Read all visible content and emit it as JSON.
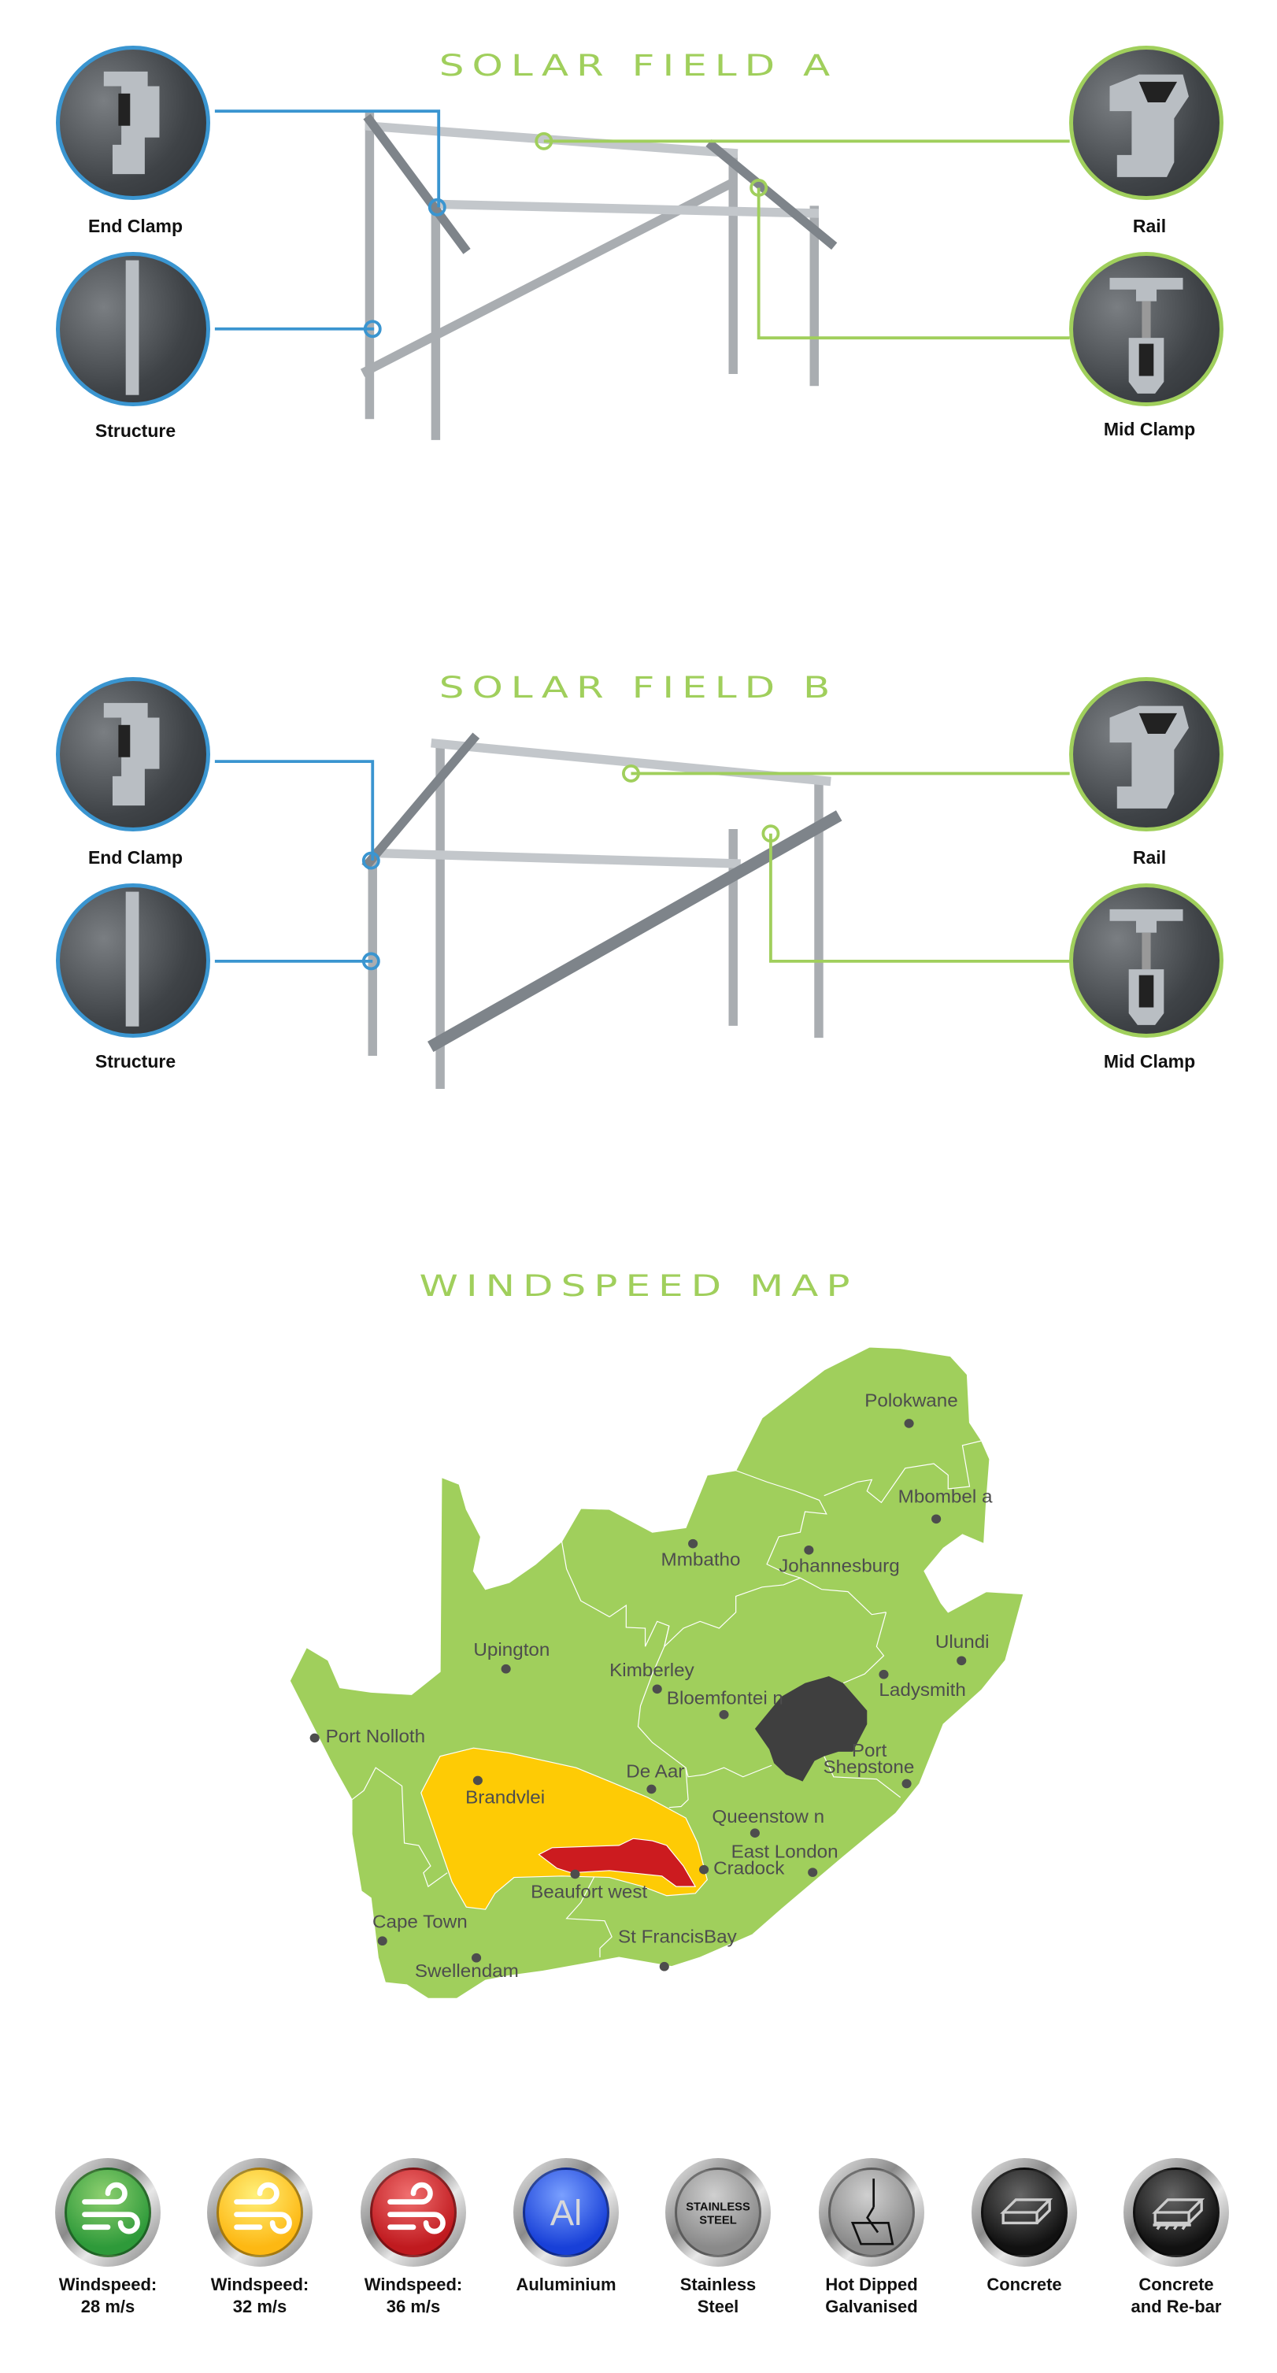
{
  "sections": {
    "field_a": {
      "title": "SOLAR FIELD A"
    },
    "field_b": {
      "title": "SOLAR FIELD B"
    },
    "map": {
      "title": "WINDSPEED MAP"
    }
  },
  "parts": {
    "end_clamp": "End Clamp",
    "structure": "Structure",
    "rail": "Rail",
    "mid_clamp": "Mid Clamp"
  },
  "colors": {
    "accent_green": "#a0cf5c",
    "accent_blue": "#3a95d0",
    "zone_28": "#a0cf5c",
    "zone_32": "#fecb05",
    "zone_36": "#cc1b1f",
    "lesotho": "#3f3f3f"
  },
  "cities": [
    {
      "name": "Polokwane"
    },
    {
      "name": "Mbombel a"
    },
    {
      "name": "Mmbatho"
    },
    {
      "name": "Johannesburg"
    },
    {
      "name": "Ulundi"
    },
    {
      "name": "Ladysmith"
    },
    {
      "name": "Upington"
    },
    {
      "name": "Kimberley"
    },
    {
      "name": "Bloemfontei  n"
    },
    {
      "name": "Port Nolloth"
    },
    {
      "name": "Port"
    },
    {
      "name": "Shepstone"
    },
    {
      "name": "De Aar"
    },
    {
      "name": "Brandvlei"
    },
    {
      "name": "Queenstow n"
    },
    {
      "name": "East London"
    },
    {
      "name": "Cradock"
    },
    {
      "name": "Beaufort west"
    },
    {
      "name": "Cape Town"
    },
    {
      "name": "Swellendam"
    },
    {
      "name": "St FrancisBay"
    }
  ],
  "legend": [
    {
      "icon": "wind-icon",
      "line1": "Windspeed:",
      "line2": "28 m/s"
    },
    {
      "icon": "wind-icon",
      "line1": "Windspeed:",
      "line2": "32 m/s"
    },
    {
      "icon": "wind-icon",
      "line1": "Windspeed:",
      "line2": "36 m/s"
    },
    {
      "icon": "aluminium-icon",
      "line1": "Auluminium",
      "line2": "",
      "glyph": "Al"
    },
    {
      "icon": "stainless-steel-icon",
      "line1": "Stainless",
      "line2": "Steel",
      "glyph1": "STAINLESS",
      "glyph2": "STEEL"
    },
    {
      "icon": "hot-dip-icon",
      "line1": "Hot Dipped",
      "line2": "Galvanised"
    },
    {
      "icon": "concrete-icon",
      "line1": "Concrete",
      "line2": ""
    },
    {
      "icon": "concrete-rebar-icon",
      "line1": "Concrete",
      "line2": "and Re-bar"
    }
  ]
}
